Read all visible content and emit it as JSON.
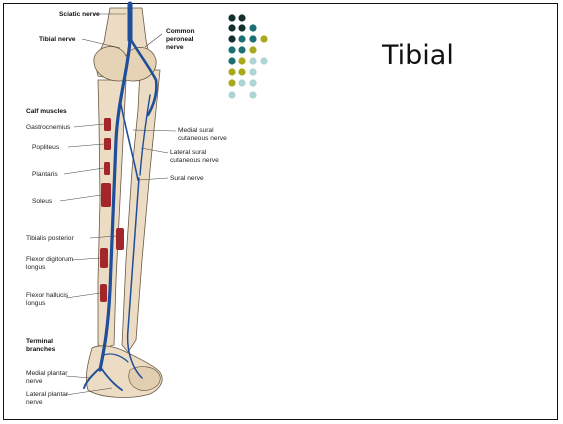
{
  "slide": {
    "title": "Tibial"
  },
  "colors": {
    "nerve": "#1f4e9a",
    "bone": "#ecdcc3",
    "muscle": "#a3262a",
    "dot_dark": "#14302c",
    "dot_teal": "#1c6f72",
    "dot_olive": "#a9a91e",
    "dot_light": "#aed4d4"
  },
  "labels": {
    "sciatic": "Sciatic nerve",
    "tibial_nerve": "Tibial nerve",
    "common_peroneal_1": "Common",
    "common_peroneal_2": "peroneal",
    "common_peroneal_3": "nerve",
    "calf_muscles": "Calf muscles",
    "gastrocnemius": "Gastrocnemius",
    "popliteus": "Popliteus",
    "plantaris": "Plantaris",
    "soleus": "Soleus",
    "tibialis_posterior": "Tibialis posterior",
    "fdl_1": "Flexor digitorum",
    "fdl_2": "longus",
    "fhl_1": "Flexor hallucis",
    "fhl_2": "longus",
    "terminal_1": "Terminal",
    "terminal_2": "branches",
    "medial_plantar_1": "Medial plantar",
    "medial_plantar_2": "nerve",
    "lateral_plantar_1": "Lateral plantar",
    "lateral_plantar_2": "nerve",
    "medial_sural_1": "Medial sural",
    "medial_sural_2": "cutaneous nerve",
    "lateral_sural_1": "Lateral sural",
    "lateral_sural_2": "cutaneous nerve",
    "sural": "Sural nerve"
  }
}
